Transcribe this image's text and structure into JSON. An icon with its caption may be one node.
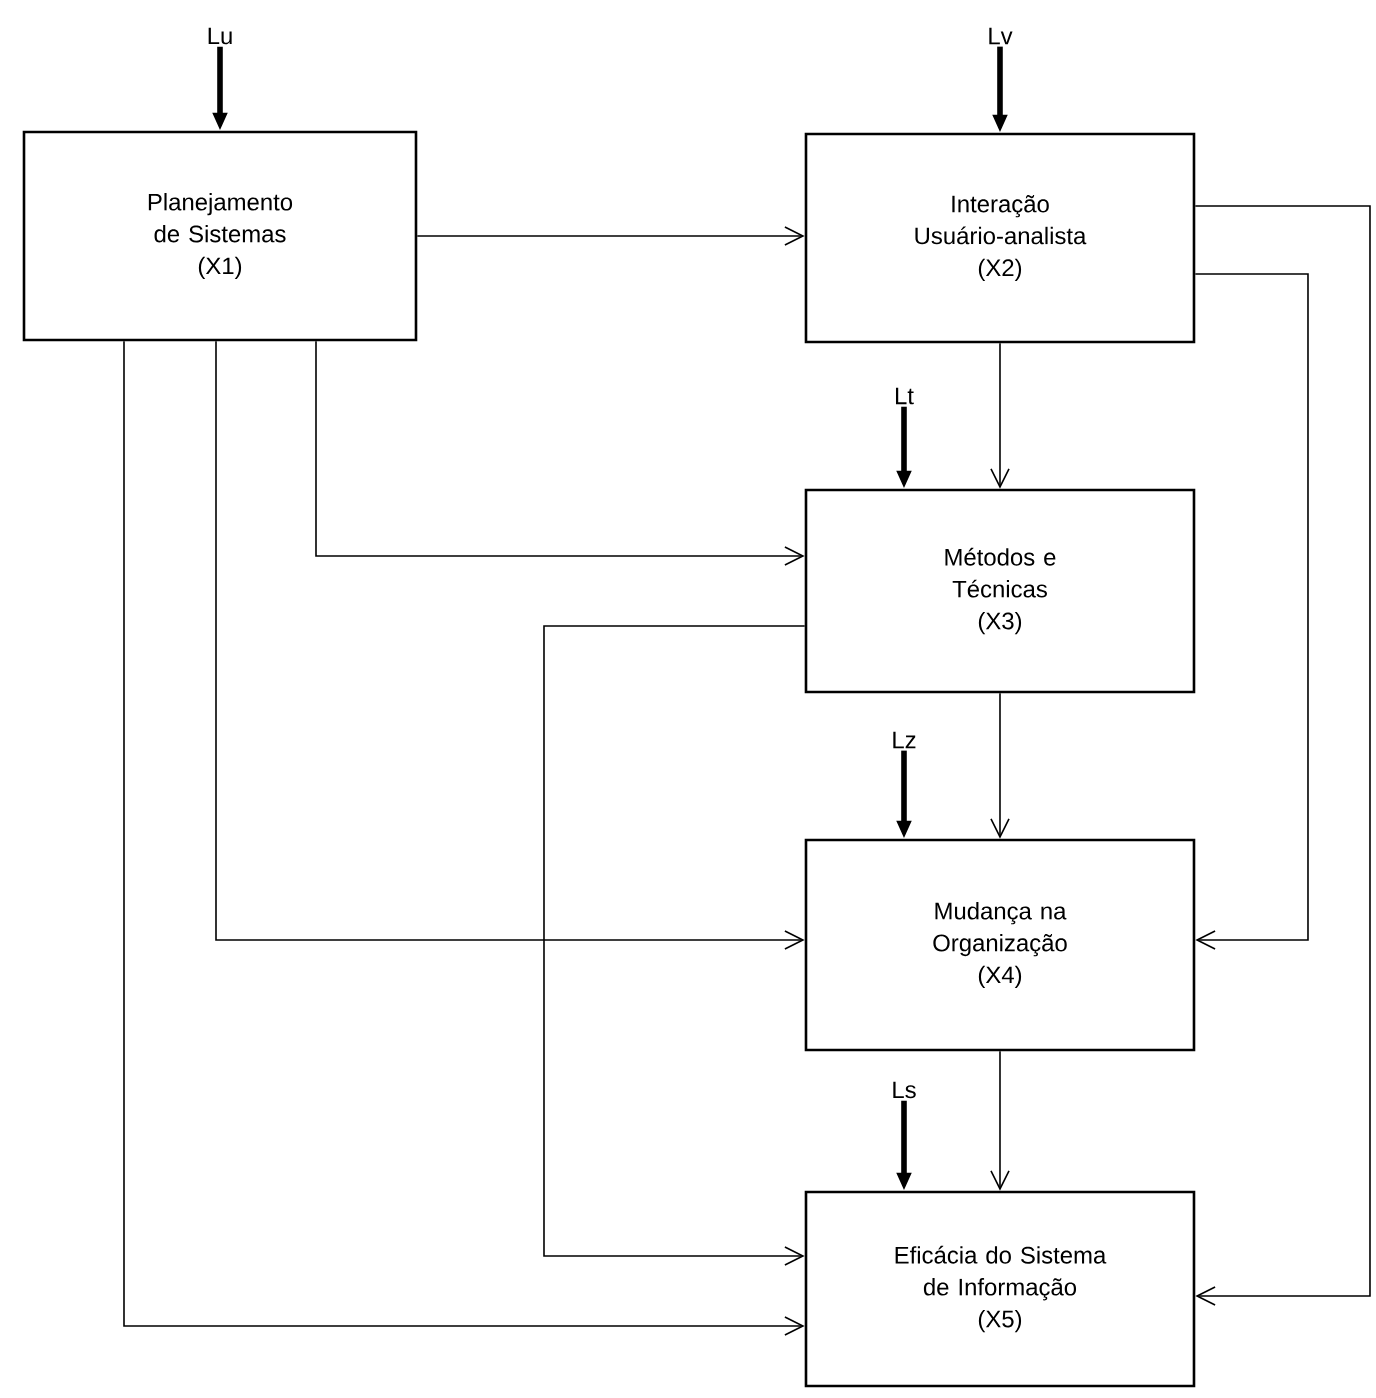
{
  "diagram": {
    "nodes": [
      {
        "text": [
          "Planejamento de Sistemas",
          "(X1)"
        ]
      },
      {
        "text": [
          "Interação Usuário-analista",
          "(X2)"
        ]
      },
      {
        "text": [
          "Métodos e Técnicas",
          "(X3)"
        ]
      },
      {
        "text": [
          "Mudança na Organização",
          "(X4)"
        ]
      },
      {
        "text": [
          "Eficácia do Sistema de Informação",
          "(X5)"
        ]
      },
      {
        "text": [
          "Lu"
        ]
      },
      {
        "text": [
          "Lv"
        ]
      },
      {
        "text": [
          "Lt"
        ]
      },
      {
        "text": [
          "Lz"
        ]
      },
      {
        "text": [
          "Ls"
        ]
      }
    ],
    "edges": [
      {
        "from": 0,
        "to": 1,
        "arrow": "to"
      },
      {
        "from": 0,
        "to": 2,
        "arrow": "to"
      },
      {
        "from": 0,
        "to": 3,
        "arrow": "to"
      },
      {
        "from": 0,
        "to": 4,
        "arrow": "to"
      },
      {
        "from": 1,
        "to": 2,
        "arrow": "to"
      },
      {
        "from": 1,
        "to": 3,
        "arrow": "to"
      },
      {
        "from": 1,
        "to": 4,
        "arrow": "to"
      },
      {
        "from": 2,
        "to": 3,
        "arrow": "to"
      },
      {
        "from": 2,
        "to": 4,
        "arrow": "to"
      },
      {
        "from": 3,
        "to": 4,
        "arrow": "to"
      },
      {
        "from": 5,
        "to": 0,
        "arrow": "to",
        "style": "thick"
      },
      {
        "from": 6,
        "to": 1,
        "arrow": "to",
        "style": "thick"
      },
      {
        "from": 7,
        "to": 2,
        "arrow": "to",
        "style": "thick"
      },
      {
        "from": 8,
        "to": 3,
        "arrow": "to",
        "style": "thick"
      },
      {
        "from": 9,
        "to": 4,
        "arrow": "to",
        "style": "thick"
      }
    ]
  }
}
